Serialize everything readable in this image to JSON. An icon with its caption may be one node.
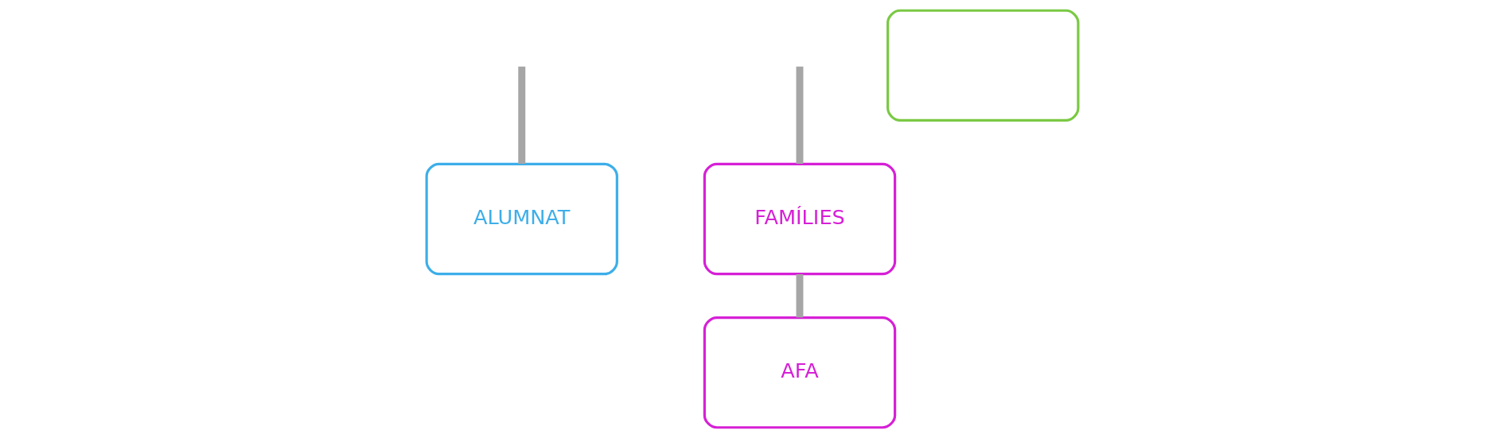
{
  "diagram": {
    "nodes": [
      {
        "text": [
          "ALUMNAT"
        ]
      },
      {
        "text": [
          "FAMÍLIES"
        ]
      },
      {
        "text": [
          "AFA"
        ]
      },
      {
        "text": [],
        "shape": "box"
      }
    ],
    "edges": [
      {
        "from": null,
        "to": 0,
        "arrow": "none"
      },
      {
        "from": null,
        "to": 1,
        "arrow": "none"
      },
      {
        "from": 1,
        "to": 2,
        "arrow": "none"
      }
    ]
  }
}
